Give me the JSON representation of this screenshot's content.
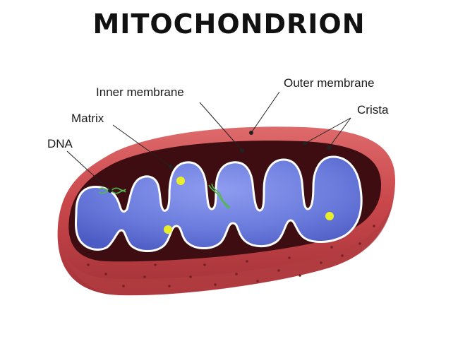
{
  "title": "MITOCHONDRION",
  "labels": {
    "outer_membrane": "Outer membrane",
    "inner_membrane": "Inner membrane",
    "matrix": "Matrix",
    "crista": "Crista",
    "dna": "DNA"
  },
  "colors": {
    "outer_membrane": "#c9474b",
    "outer_dark": "#a8333a",
    "intermembrane_space": "#3d0d12",
    "matrix_fill": "#6e7fe0",
    "crista_outline": "#ffffff",
    "ribosome": "#e8ee2c",
    "dna": "#52b84f"
  }
}
